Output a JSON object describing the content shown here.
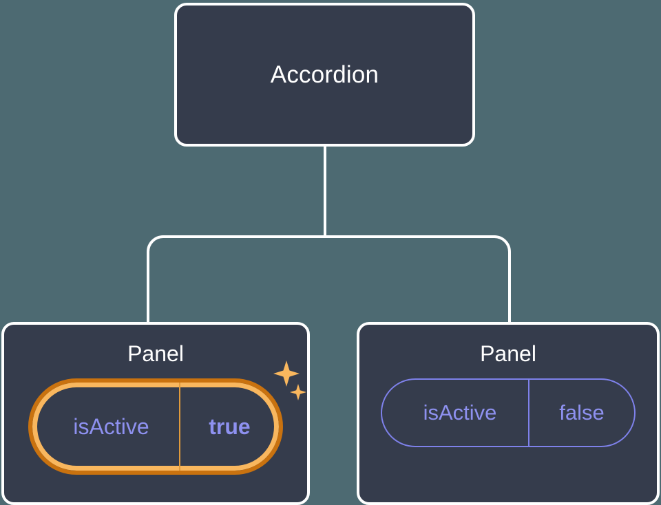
{
  "canvas": {
    "background": "#4d6a72",
    "node_fill": "#353c4c",
    "node_border": "#ffffff",
    "edge_color": "#ffffff",
    "prop_text": "#8e91f0",
    "prop_border": "#7e81ea",
    "highlight_outer": "#c9720f",
    "highlight_inner": "#f9b75e",
    "sparkle_color": "#f9b75e"
  },
  "tree": {
    "root": {
      "title": "Accordion"
    },
    "children": [
      {
        "title": "Panel",
        "highlighted": true,
        "prop": {
          "key": "isActive",
          "value": "true"
        },
        "sparkle_large": "sparkle-icon",
        "sparkle_small": "sparkle-icon"
      },
      {
        "title": "Panel",
        "highlighted": false,
        "prop": {
          "key": "isActive",
          "value": "false"
        }
      }
    ]
  }
}
